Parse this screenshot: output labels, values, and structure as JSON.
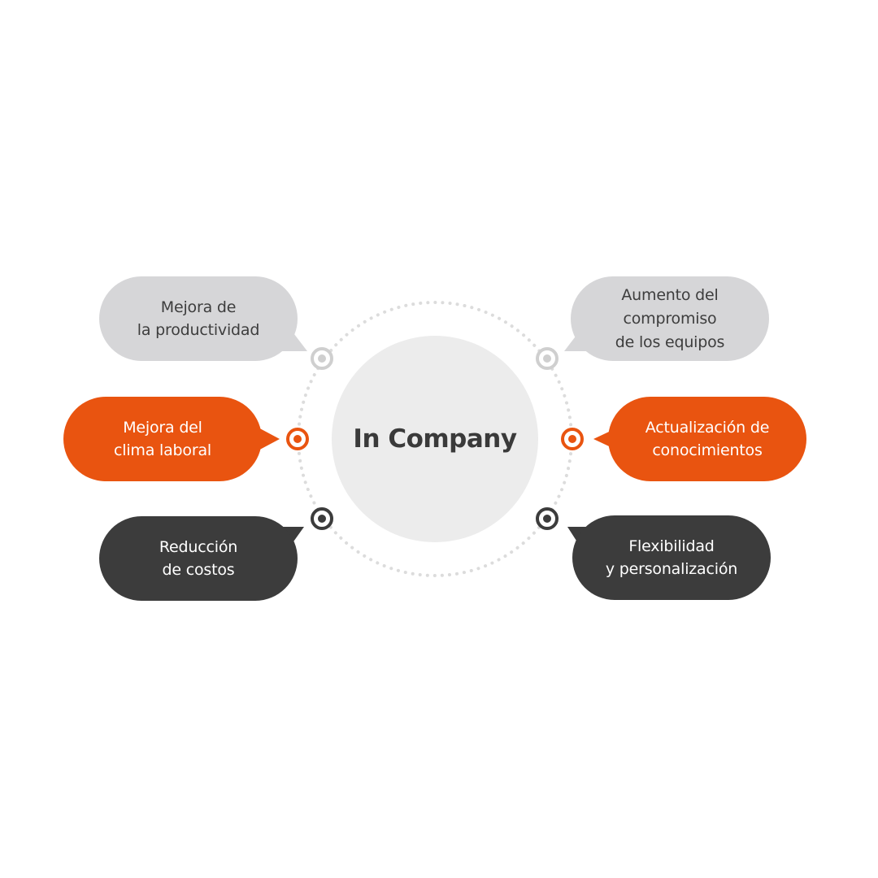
{
  "center": {
    "title": "In Company"
  },
  "colors": {
    "gray_bubble": "#d6d6d8",
    "orange_bubble": "#e95410",
    "dark_bubble": "#3c3c3c",
    "center_circle": "#ececec",
    "dotted_ring": "#dcdcdc",
    "gray_marker": "#cfcfcf",
    "orange_marker": "#e95410",
    "dark_marker": "#3c3c3c"
  },
  "benefits": [
    {
      "id": "top-left",
      "color": "gray",
      "lines": [
        "Mejora de",
        "la productividad"
      ]
    },
    {
      "id": "top-right",
      "color": "gray",
      "lines": [
        "Aumento del",
        "compromiso",
        "de los equipos"
      ]
    },
    {
      "id": "mid-left",
      "color": "orange",
      "lines": [
        "Mejora del",
        "clima laboral"
      ]
    },
    {
      "id": "mid-right",
      "color": "orange",
      "lines": [
        "Actualización de",
        "conocimientos"
      ]
    },
    {
      "id": "bottom-left",
      "color": "dark",
      "lines": [
        "Reducción",
        "de costos"
      ]
    },
    {
      "id": "bottom-right",
      "color": "dark",
      "lines": [
        "Flexibilidad",
        "y personalización"
      ]
    }
  ]
}
